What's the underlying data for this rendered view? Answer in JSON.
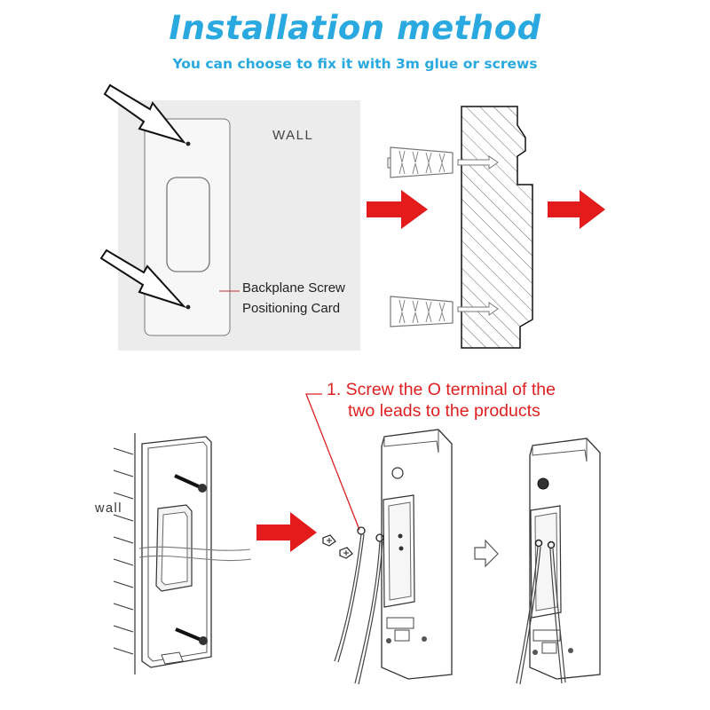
{
  "title": "Installation method",
  "subtitle": "You can choose to fix it with 3m glue or  screws",
  "top_diagram": {
    "wall_label": "WALL",
    "card_label_line1": "Backplane Screw",
    "card_label_line2": "Positioning Card"
  },
  "bottom_diagram": {
    "wall_label": "wall",
    "step_line1": "1. Screw the O terminal of the",
    "step_line2": "two leads to the products"
  },
  "colors": {
    "title": "#29a9e0",
    "arrow_red": "#e41b1b",
    "step_text": "#e02020",
    "panel_bg": "#ececec"
  }
}
